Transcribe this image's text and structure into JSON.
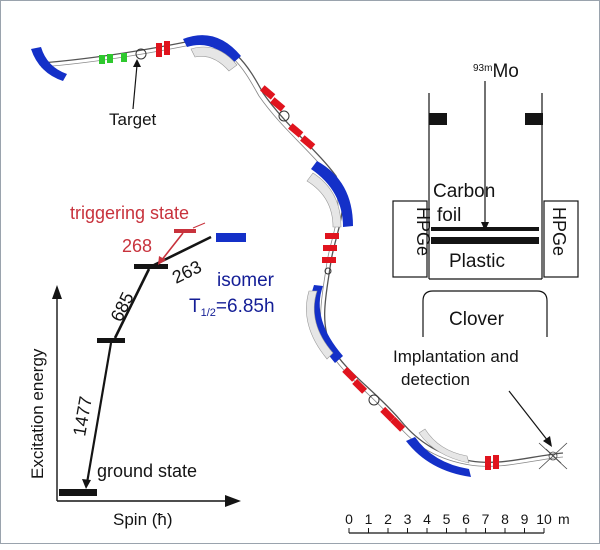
{
  "figure": {
    "beamline": {
      "target_label": "Target",
      "implantation_label_line1": "Implantation and",
      "implantation_label_line2": "detection"
    },
    "level_scheme": {
      "triggering_label": "triggering state",
      "isomer_label": "isomer",
      "half_life_prefix": "T",
      "half_life_subscript": "1/2",
      "half_life_value": "=6.85h",
      "ground_label": "ground state",
      "y_axis_label": "Excitation energy",
      "x_axis_label": "Spin (ħ)",
      "transitions": [
        "268",
        "263",
        "685",
        "1477"
      ]
    },
    "detector": {
      "isotope_mass": "93m",
      "isotope_symbol": "Mo",
      "carbon_line1": "Carbon",
      "carbon_line2": "foil",
      "plastic_label": "Plastic",
      "hpge_label": "HPGe",
      "clover_label": "Clover"
    },
    "scale": {
      "ticks": [
        "0",
        "1",
        "2",
        "3",
        "4",
        "5",
        "6",
        "7",
        "8",
        "9",
        "10"
      ],
      "unit": "m"
    }
  },
  "colors": {
    "dipole": "#1430c8",
    "quadrupole": "#e0141e",
    "triggering": "#c8323c",
    "isomer": "#141e96",
    "target_green": "#2ec82e",
    "ink": "#141414"
  }
}
